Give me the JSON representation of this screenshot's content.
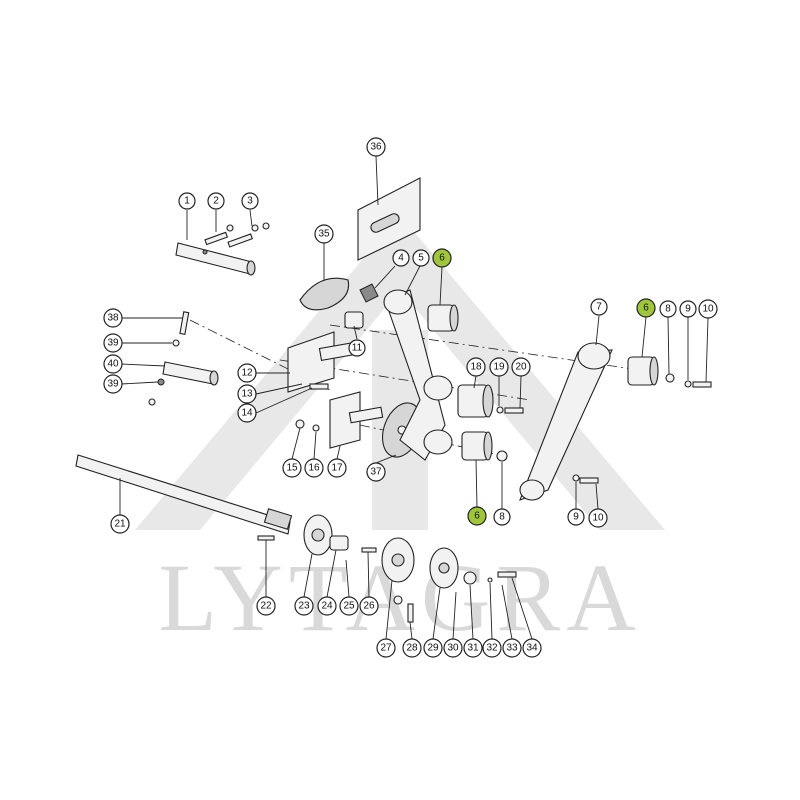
{
  "watermark": {
    "text": "LYTAGRA"
  },
  "colors": {
    "highlight": "#9ec53b",
    "line": "#222222",
    "watermark": "#d9d9d9"
  },
  "callouts": [
    "1",
    "2",
    "3",
    "4",
    "5",
    "6",
    "6",
    "6",
    "7",
    "8",
    "8",
    "9",
    "9",
    "10",
    "10",
    "11",
    "12",
    "13",
    "14",
    "15",
    "16",
    "17",
    "18",
    "19",
    "20",
    "21",
    "22",
    "23",
    "24",
    "25",
    "26",
    "27",
    "28",
    "29",
    "30",
    "31",
    "32",
    "33",
    "34",
    "35",
    "36",
    "37",
    "38",
    "39",
    "39",
    "40"
  ],
  "highlighted": [
    "6"
  ]
}
